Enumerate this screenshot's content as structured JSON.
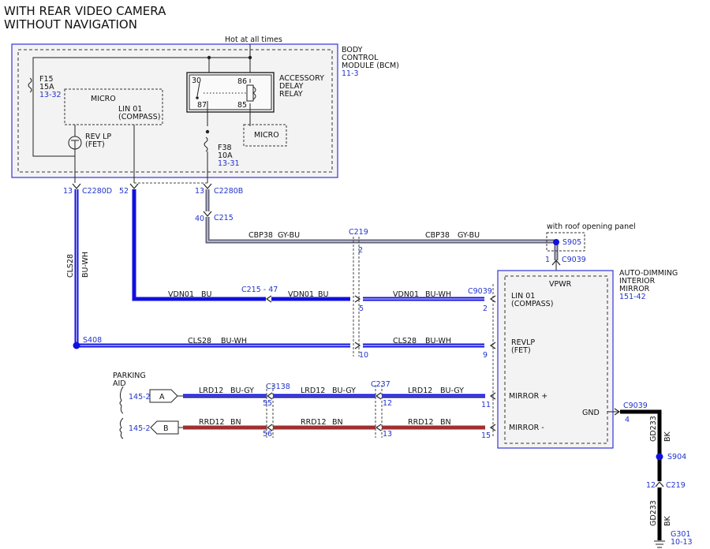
{
  "title": {
    "line1": "WITH REAR VIDEO CAMERA",
    "line2": "WITHOUT NAVIGATION"
  },
  "colors": {
    "blue": "#1010e0",
    "brown": "#a03030",
    "gray": "#6a6a80",
    "black": "#000000",
    "ref": "#2233cc"
  },
  "bcm": {
    "hot_label": "Hot at all times",
    "name": [
      "BODY",
      "CONTROL",
      "MODULE (BCM)"
    ],
    "page": "11-3",
    "fuse1": {
      "name": "F15",
      "rating": "15A",
      "page": "13-32"
    },
    "fuse2": {
      "name": "F38",
      "rating": "10A",
      "page": "13-31"
    },
    "micro1": "MICRO",
    "lin": [
      "LIN 01",
      "(COMPASS)"
    ],
    "rev_lp": [
      "REV LP",
      "(FET)"
    ],
    "relay": {
      "name": [
        "ACCESSORY",
        "DELAY",
        "RELAY"
      ],
      "pins": [
        "30",
        "86",
        "87",
        "85"
      ]
    },
    "micro2": "MICRO"
  },
  "connectors": {
    "c2280d": {
      "name": "C2280D",
      "pin": "13"
    },
    "c2280b": {
      "name": "C2280B",
      "pin": "13"
    },
    "pin52": "52",
    "c215": {
      "name": "C215",
      "pin": "40"
    },
    "c219": {
      "name": "C219",
      "pin": "2"
    },
    "s905": {
      "name": "S905",
      "note": "with roof opening panel"
    },
    "c9039_top": {
      "name": "C9039",
      "pin": "1"
    },
    "c215_47": "C215 - 47",
    "pin5": "5",
    "c9039_lin": {
      "name": "C9039",
      "pin": "2"
    },
    "s408": "S408",
    "pin10": "10",
    "pin9": "9",
    "c3138": "C3138",
    "pin55": "55",
    "pin56": "56",
    "c237": "C237",
    "pin12": "12",
    "pin13": "13",
    "pin11": "11",
    "pin15": "15",
    "c9039_gnd": {
      "name": "C9039",
      "pin": "4"
    },
    "s904": "S904",
    "c219_bot": {
      "name": "C219",
      "pin": "12"
    },
    "g301": {
      "name": "G301",
      "page": "10-13"
    }
  },
  "wires": {
    "cls28_vert": {
      "circuit": "CLS28",
      "color": "BU-WH"
    },
    "cbp38_a": {
      "circuit": "CBP38",
      "color": "GY-BU"
    },
    "cbp38_b": {
      "circuit": "CBP38",
      "color": "GY-BU"
    },
    "vdn01_a": {
      "circuit": "VDN01",
      "color": "BU"
    },
    "vdn01_b": {
      "circuit": "VDN01",
      "color": "BU"
    },
    "vdn01_c": {
      "circuit": "VDN01",
      "color": "BU-WH"
    },
    "cls28_a": {
      "circuit": "CLS28",
      "color": "BU-WH"
    },
    "cls28_b": {
      "circuit": "CLS28",
      "color": "BU-WH"
    },
    "lrd12_a": {
      "circuit": "LRD12",
      "color": "BU-GY"
    },
    "lrd12_b": {
      "circuit": "LRD12",
      "color": "BU-GY"
    },
    "lrd12_c": {
      "circuit": "LRD12",
      "color": "BU-GY"
    },
    "rrd12_a": {
      "circuit": "RRD12",
      "color": "BN"
    },
    "rrd12_b": {
      "circuit": "RRD12",
      "color": "BN"
    },
    "rrd12_c": {
      "circuit": "RRD12",
      "color": "BN"
    },
    "gd233_a": {
      "circuit": "GD233",
      "color": "BK"
    },
    "gd233_b": {
      "circuit": "GD233",
      "color": "BK"
    }
  },
  "mirror": {
    "name": [
      "AUTO-DIMMING",
      "INTERIOR",
      "MIRROR"
    ],
    "page": "151-42",
    "vpwr": "VPWR",
    "lin": [
      "LIN 01",
      "(COMPASS)"
    ],
    "revlp": [
      "REVLP",
      "(FET)"
    ],
    "mirror_plus": "MIRROR +",
    "mirror_minus": "MIRROR -",
    "gnd": "GND"
  },
  "parking": {
    "label": [
      "PARKING",
      "AID"
    ],
    "a": {
      "page": "145-2",
      "letter": "A"
    },
    "b": {
      "page": "145-2",
      "letter": "B"
    }
  }
}
